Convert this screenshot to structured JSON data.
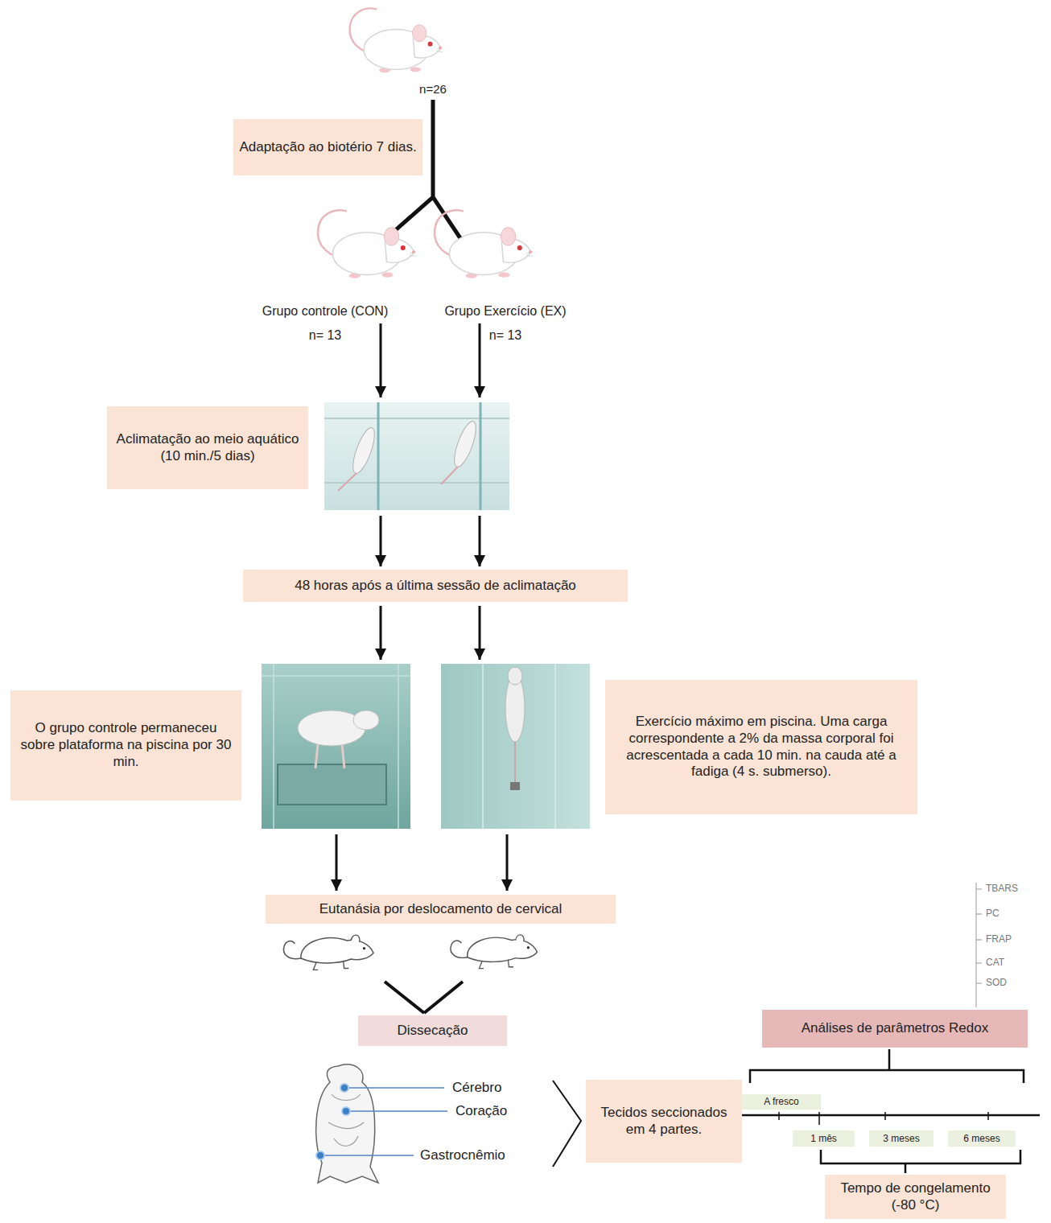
{
  "diagram": {
    "nodes": [
      {
        "text": [
          "Adaptação ao biotério 7 dias."
        ]
      },
      {
        "text": [
          "Aclimatação ao meio aquático (10 min./5 dias)"
        ]
      },
      {
        "text": [
          "48 horas após a última sessão de aclimatação"
        ]
      },
      {
        "text": [
          "O grupo controle permaneceu sobre plataforma na piscina por 30 min."
        ]
      },
      {
        "text": [
          "Exercício máximo em piscina. Uma carga correspondente a 2% da massa corporal foi acrescentada a cada 10 min. na cauda até a fadiga (4 s. submerso)."
        ]
      },
      {
        "text": [
          "Eutanásia por deslocamento de cervical"
        ]
      },
      {
        "text": [
          "Dissecação"
        ]
      },
      {
        "text": [
          "Tecidos seccionados em 4 partes."
        ]
      },
      {
        "text": [
          "Análises de parâmetros Redox"
        ]
      },
      {
        "text": [
          "A fresco"
        ]
      },
      {
        "text": [
          "1 mês"
        ]
      },
      {
        "text": [
          "3 meses"
        ]
      },
      {
        "text": [
          "6 meses"
        ]
      },
      {
        "text": [
          "Tempo de congelamento (-80 °C)"
        ]
      }
    ],
    "labels": [
      "n=26",
      "Grupo controle (CON)",
      "n= 13",
      "Grupo Exercício (EX)",
      "n= 13",
      "TBARS",
      "PC",
      "FRAP",
      "CAT",
      "SOD",
      "Cérebro",
      "Coração",
      "Gastrocnêmio"
    ]
  }
}
